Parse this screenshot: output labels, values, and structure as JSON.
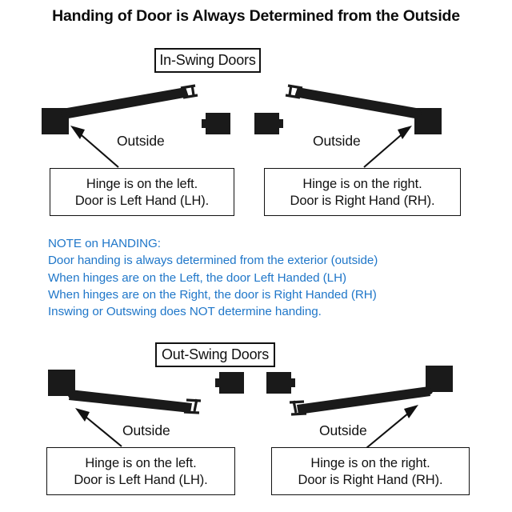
{
  "title": "Handing of Door is Always Determined from the Outside",
  "sections": [
    {
      "heading": "In-Swing Doors",
      "outside_labels": [
        "Outside",
        "Outside"
      ],
      "callouts": [
        {
          "line1": "Hinge is on the left.",
          "line2": "Door is Left Hand (LH)."
        },
        {
          "line1": "Hinge is on the right.",
          "line2": "Door is Right Hand (RH)."
        }
      ]
    },
    {
      "heading": "Out-Swing Doors",
      "outside_labels": [
        "Outside",
        "Outside"
      ],
      "callouts": [
        {
          "line1": "Hinge is on the left.",
          "line2": "Door is Left Hand (LH)."
        },
        {
          "line1": "Hinge is on the right.",
          "line2": "Door is Right Hand (RH)."
        }
      ]
    }
  ],
  "note": {
    "heading": "NOTE on HANDING:",
    "lines": [
      "Door handing is always determined from the exterior (outside)",
      "When hinges are on the Left, the door Left Handed (LH)",
      "When hinges are on the Right, the door is Right Handed (RH)",
      "Inswing or Outswing does NOT determine handing."
    ]
  },
  "colors": {
    "note_blue": "#2077c9",
    "ink": "#111111",
    "background": "#ffffff"
  }
}
